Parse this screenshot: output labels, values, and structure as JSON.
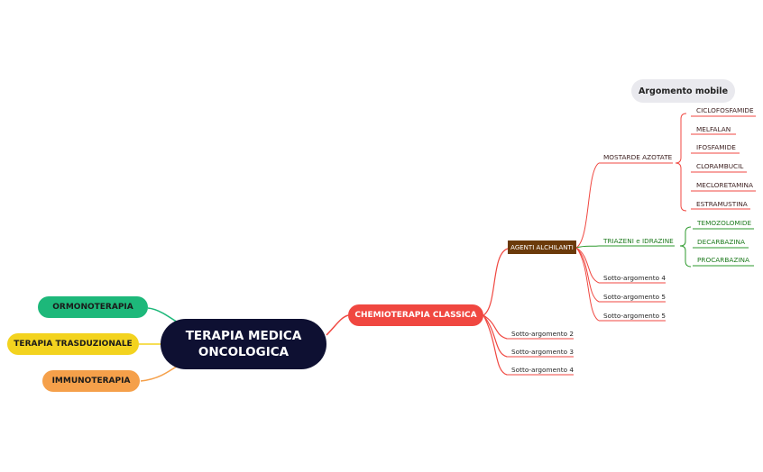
{
  "root": {
    "line1": "TERAPIA MEDICA",
    "line2": "ONCOLOGICA"
  },
  "floating_topic": "Argomento mobile",
  "left_branches": [
    "ORMONOTERAPIA",
    "TERAPIA TRASDUZIONALE",
    "IMMUNOTERAPIA"
  ],
  "chemio": {
    "label": "CHEMIOTERAPIA CLASSICA",
    "agenti": {
      "label": "AGENTI ALCHILANTI",
      "mostarde": {
        "label": "MOSTARDE AZOTATE",
        "items": [
          "CICLOFOSFAMIDE",
          "MELFALAN",
          "IFOSFAMIDE",
          "CLORAMBUCIL",
          "MECLORETAMINA",
          "ESTRAMUSTINA"
        ]
      },
      "triazeni": {
        "label": "TRIAZENI e IDRAZINE",
        "items": [
          "TEMOZOLOMIDE",
          "DECARBAZINA",
          "PROCARBAZINA"
        ]
      },
      "subtopics": [
        "Sotto-argomento 4",
        "Sotto-argomento 5",
        "Sotto-argomento 5"
      ]
    },
    "subtopics": [
      "Sotto-argomento 2",
      "Sotto-argomento 3",
      "Sotto-argomento 4"
    ]
  },
  "colors": {
    "root": "#0e1032",
    "ormono": "#1db87a",
    "trasduz": "#f3d31f",
    "immuno": "#f5a04a",
    "chemio": "#f04740",
    "agenti": "#6b3a0a",
    "green": "#2e9a2e"
  }
}
